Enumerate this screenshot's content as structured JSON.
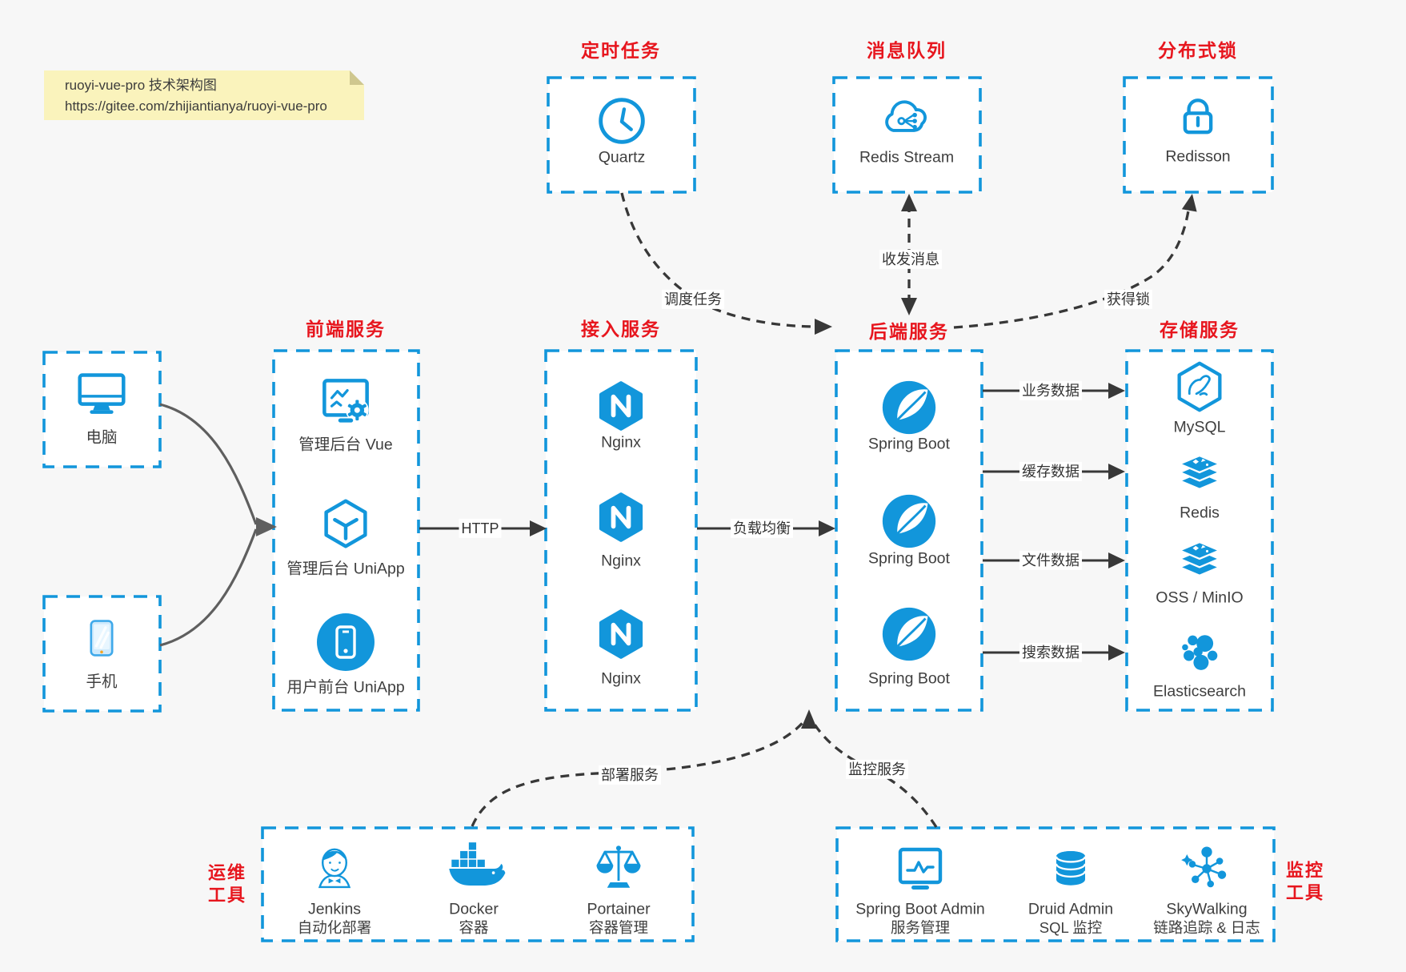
{
  "palette": {
    "accent": "#1296db",
    "red": "#e7161e",
    "ink": "#3f3f3f",
    "line": "#383838",
    "bg": "#f7f7f7",
    "note": "#faf3bc",
    "gray_arrow": "#5f5f5f"
  },
  "note": {
    "line1": "ruoyi-vue-pro 技术架构图",
    "line2": "https://gitee.com/zhijiantianya/ruoyi-vue-pro"
  },
  "sections": {
    "scheduler": {
      "title": "定时任务",
      "item": {
        "icon": "clock-icon",
        "label": "Quartz"
      }
    },
    "mq": {
      "title": "消息队列",
      "item": {
        "icon": "cloud-stream-icon",
        "label": "Redis Stream"
      }
    },
    "lock": {
      "title": "分布式锁",
      "item": {
        "icon": "lock-icon",
        "label": "Redisson"
      }
    },
    "clients": {
      "computer": {
        "icon": "desktop-icon",
        "label": "电脑"
      },
      "phone": {
        "icon": "smartphone-icon",
        "label": "手机"
      }
    },
    "frontend": {
      "title": "前端服务",
      "items": [
        {
          "icon": "admin-vue-icon",
          "label": "管理后台 Vue"
        },
        {
          "icon": "cube-icon",
          "label": "管理后台 UniApp"
        },
        {
          "icon": "phone-circle-icon",
          "label": "用户前台 UniApp"
        }
      ]
    },
    "gateway": {
      "title": "接入服务",
      "items": [
        {
          "icon": "nginx-icon",
          "label": "Nginx"
        },
        {
          "icon": "nginx-icon",
          "label": "Nginx"
        },
        {
          "icon": "nginx-icon",
          "label": "Nginx"
        }
      ]
    },
    "backend": {
      "title": "后端服务",
      "items": [
        {
          "icon": "spring-icon",
          "label": "Spring Boot"
        },
        {
          "icon": "spring-icon",
          "label": "Spring Boot"
        },
        {
          "icon": "spring-icon",
          "label": "Spring Boot"
        }
      ]
    },
    "storage": {
      "title": "存储服务",
      "items": [
        {
          "icon": "mysql-icon",
          "label": "MySQL"
        },
        {
          "icon": "redis-icon",
          "label": "Redis"
        },
        {
          "icon": "redis-icon",
          "label": "OSS / MinIO"
        },
        {
          "icon": "elasticsearch-icon",
          "label": "Elasticsearch"
        }
      ]
    },
    "ops": {
      "side_label": [
        "运维",
        "工具"
      ],
      "items": [
        {
          "icon": "jenkins-icon",
          "label": "Jenkins",
          "sublabel": "自动化部署"
        },
        {
          "icon": "docker-icon",
          "label": "Docker",
          "sublabel": "容器"
        },
        {
          "icon": "portainer-icon",
          "label": "Portainer",
          "sublabel": "容器管理"
        }
      ]
    },
    "monitoring": {
      "side_label": [
        "监控",
        "工具"
      ],
      "items": [
        {
          "icon": "monitor-admin-icon",
          "label": "Spring Boot Admin",
          "sublabel": "服务管理"
        },
        {
          "icon": "database-icon",
          "label": "Druid Admin",
          "sublabel": "SQL 监控"
        },
        {
          "icon": "skywalking-icon",
          "label": "SkyWalking",
          "sublabel": "链路追踪 & 日志"
        }
      ]
    }
  },
  "edges": {
    "http": "HTTP",
    "load_balance": "负载均衡",
    "schedule": "调度任务",
    "message": "收发消息",
    "acquire_lock": "获得锁",
    "business_data": "业务数据",
    "cache_data": "缓存数据",
    "file_data": "文件数据",
    "search_data": "搜索数据",
    "deploy": "部署服务",
    "monitor": "监控服务"
  }
}
